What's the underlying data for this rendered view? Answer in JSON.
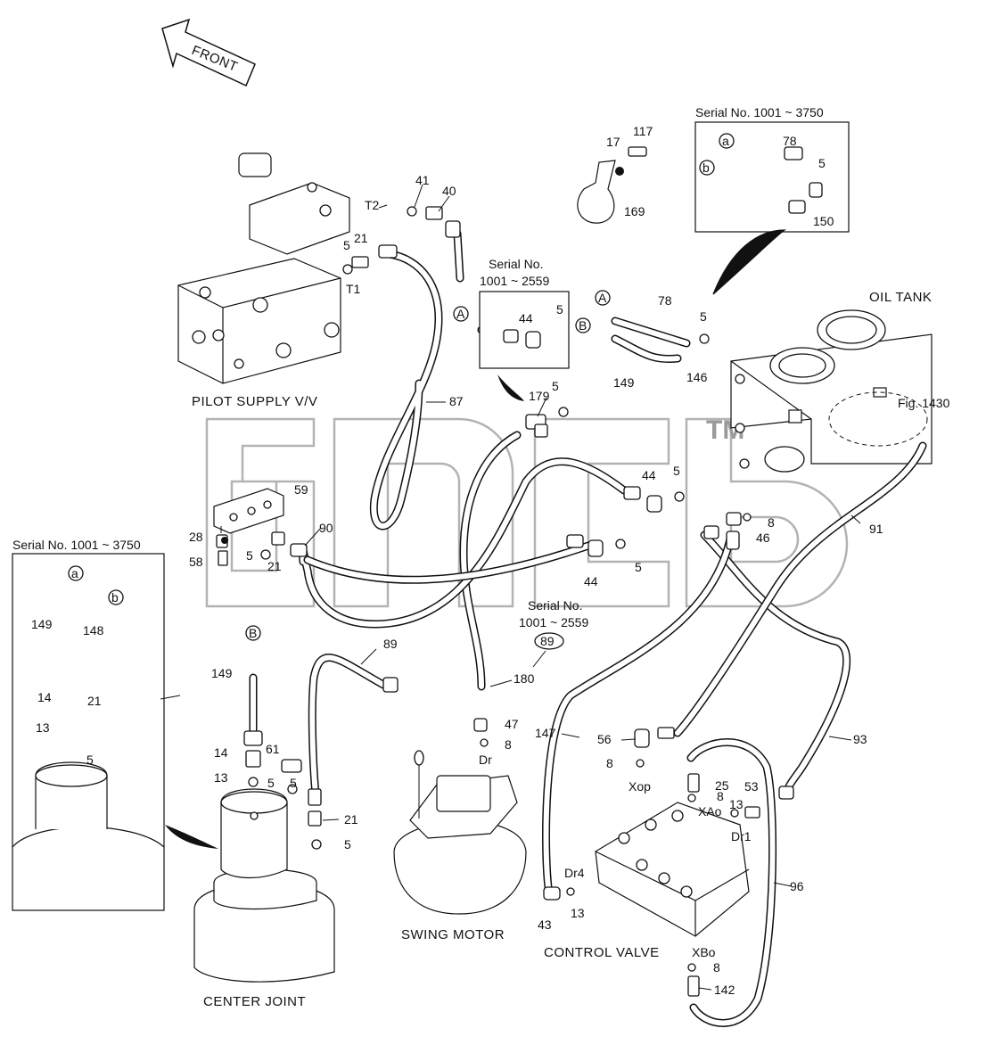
{
  "direction": "FRONT",
  "labels": {
    "pilot_supply": "PILOT SUPPLY V/V",
    "oil_tank": "OIL TANK",
    "swing_motor": "SWING MOTOR",
    "control_valve": "CONTROL VALVE",
    "center_joint": "CENTER JOINT",
    "fig_ref": "Fig. 1430",
    "watermark": "TM"
  },
  "inset_top_right": {
    "title": "Serial No. 1001 ~ 3750",
    "parts": [
      "78",
      "5",
      "150"
    ],
    "markers": [
      "a",
      "b"
    ]
  },
  "inset_mid": {
    "title_line1": "Serial No.",
    "title_line2": "1001 ~ 2559",
    "parts": [
      "44",
      "5"
    ]
  },
  "inset_left": {
    "title": "Serial No. 1001 ~ 3750",
    "parts": [
      "149",
      "148",
      "14",
      "13",
      "5",
      "21"
    ],
    "markers": [
      "a",
      "b"
    ]
  },
  "serial_note": {
    "line1": "Serial No.",
    "line2": "1001 ~ 2559",
    "part": "89"
  },
  "ports": [
    "T2",
    "T1",
    "Dr",
    "Xop",
    "XAo",
    "Dr1",
    "Dr4",
    "XBo"
  ],
  "markers": [
    "A",
    "B",
    "A",
    "B"
  ],
  "part_numbers": [
    "17",
    "117",
    "169",
    "41",
    "40",
    "5",
    "21",
    "179",
    "5",
    "78",
    "5",
    "149",
    "146",
    "87",
    "59",
    "28",
    "58",
    "5",
    "21",
    "90",
    "44",
    "5",
    "44",
    "5",
    "8",
    "46",
    "91",
    "89",
    "180",
    "47",
    "8",
    "149",
    "14",
    "13",
    "5",
    "61",
    "5",
    "21",
    "5",
    "147",
    "56",
    "8",
    "25",
    "8",
    "53",
    "13",
    "93",
    "96",
    "43",
    "13",
    "8",
    "142"
  ],
  "colors": {
    "line": "#111111",
    "watermark": "#9a9a9a",
    "background": "#ffffff"
  }
}
